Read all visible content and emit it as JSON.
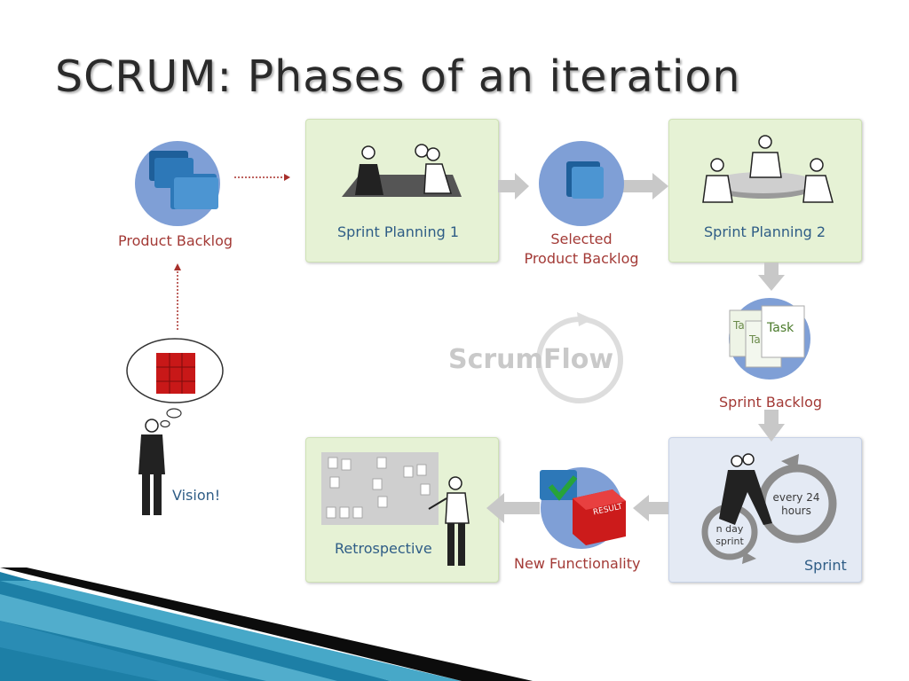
{
  "slide": {
    "title": "SCRUM: Phases of an iteration"
  },
  "nodes": {
    "product_backlog": "Product Backlog",
    "sprint_planning_1": "Sprint Planning 1",
    "selected_backlog_line1": "Selected",
    "selected_backlog_line2": "Product Backlog",
    "sprint_planning_2": "Sprint Planning 2",
    "sprint_backlog": "Sprint Backlog",
    "sprint": "Sprint",
    "new_functionality": "New Functionality",
    "retrospective": "Retrospective",
    "vision": "Vision!"
  },
  "center_logo": {
    "word1": "Scrum",
    "word2": "Flow"
  },
  "sprint_cycle": {
    "outer_line1": "every 24",
    "outer_line2": "hours",
    "inner_line1": "n day",
    "inner_line2": "sprint"
  },
  "task_cards": [
    "Task",
    "Ta",
    "Ta"
  ],
  "result_box_text": "RESULT",
  "colors": {
    "green_panel": "#e6f2d5",
    "blue_panel": "#e4eaf4",
    "circle_blue": "#7f9fd6",
    "label_blue": "#2f5d86",
    "label_red": "#a33a36",
    "arrow_gray": "#c8c8c8",
    "dotted_red": "#a8302c"
  }
}
